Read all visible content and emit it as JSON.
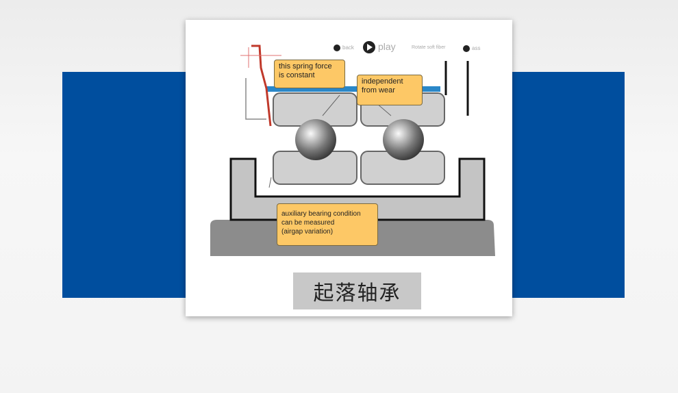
{
  "diagram": {
    "controls": {
      "back": "back",
      "play": "play",
      "mode": "Rotate soft fiber",
      "next": "ass"
    },
    "callouts": {
      "spring": [
        "this spring force",
        "is constant"
      ],
      "wear": [
        "independent",
        "from wear"
      ],
      "auxiliary": [
        "auxiliary bearing condition",
        "can be measured",
        "(airgap variation)"
      ]
    },
    "colors": {
      "band": "#004e9e",
      "callout": "#fdc866",
      "spring": "#c0392b"
    }
  },
  "caption": "起落轴承"
}
